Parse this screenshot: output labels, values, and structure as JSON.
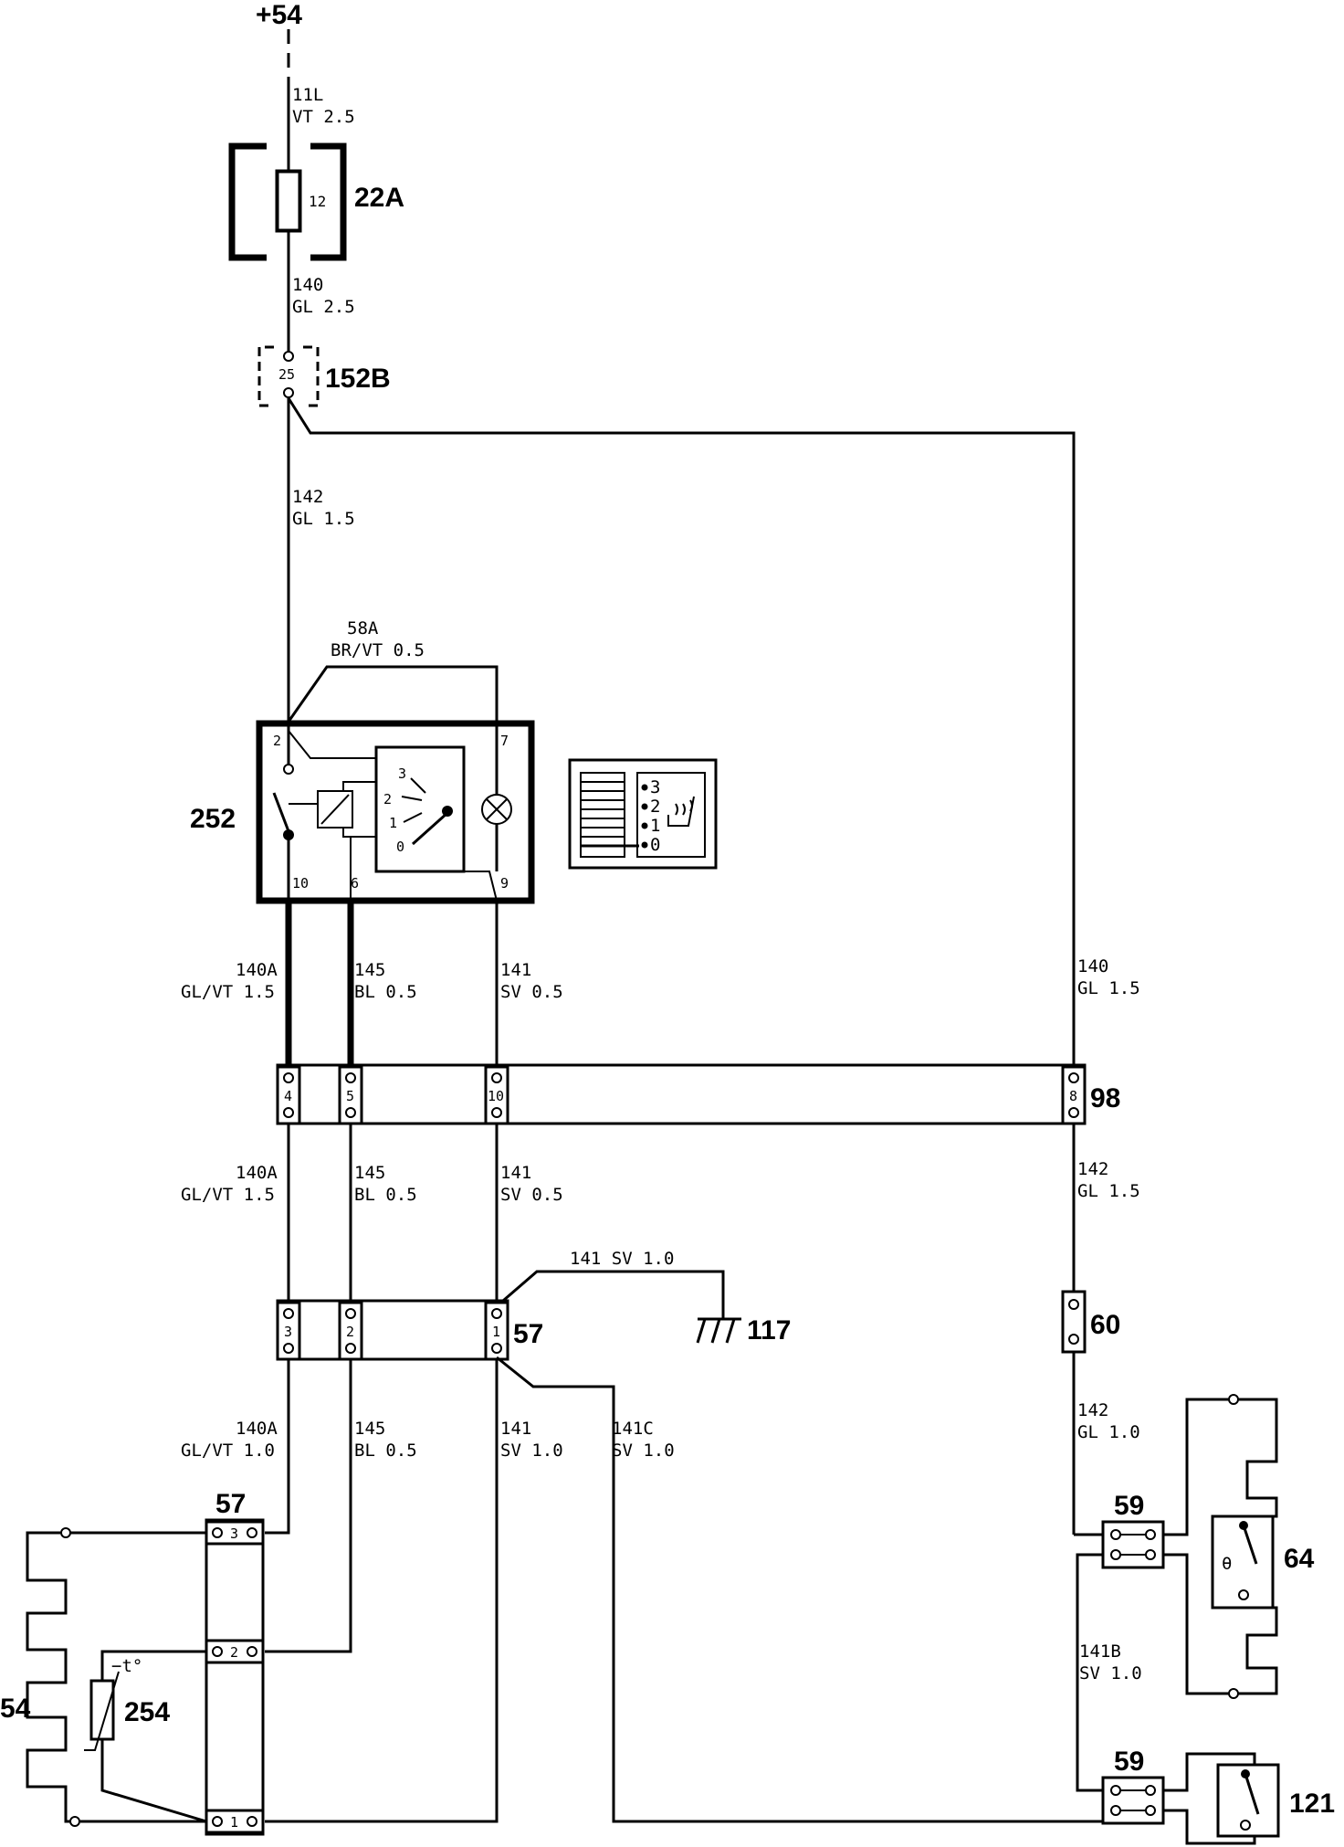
{
  "supply": {
    "label": "+54"
  },
  "components": {
    "fuse_box": {
      "id": "22A",
      "fuse": "12"
    },
    "connector_152b": {
      "id": "152B",
      "pin": "25"
    },
    "switch": {
      "id": "252",
      "pins": [
        "2",
        "7",
        "10",
        "6",
        "9"
      ],
      "positions": [
        "3",
        "2",
        "1",
        "0"
      ]
    },
    "switch_legend": {
      "positions": [
        "3",
        "2",
        "1",
        "0"
      ]
    },
    "connector_98": {
      "id": "98",
      "pins": [
        "4",
        "5",
        "10",
        "8"
      ]
    },
    "connector_57_upper": {
      "id": "57",
      "pins": [
        "3",
        "2",
        "1"
      ]
    },
    "ground": {
      "id": "117"
    },
    "connector_60": {
      "id": "60"
    },
    "connector_57_lower": {
      "id": "57",
      "pins": [
        "3",
        "2",
        "1"
      ]
    },
    "heater_left": {
      "id": "54"
    },
    "sensor": {
      "id": "254",
      "symbol": "−t°"
    },
    "connector_59_upper": {
      "id": "59"
    },
    "connector_59_lower": {
      "id": "59"
    },
    "thermostat": {
      "id": "64",
      "symbol": "θ"
    },
    "switch_121": {
      "id": "121"
    }
  },
  "wires": {
    "w11l": {
      "code": "11L",
      "spec": "VT 2.5"
    },
    "w140_top": {
      "code": "140",
      "spec": "GL 2.5"
    },
    "w142_top": {
      "code": "142",
      "spec": "GL 1.5"
    },
    "w58a": {
      "code": "58A",
      "spec": "BR/VT 0.5"
    },
    "w140a_1": {
      "code": "140A",
      "spec": "GL/VT 1.5"
    },
    "w145_1": {
      "code": "145",
      "spec": "BL 0.5"
    },
    "w141_1": {
      "code": "141",
      "spec": "SV 0.5"
    },
    "w140_right": {
      "code": "140",
      "spec": "GL 1.5"
    },
    "w140a_2": {
      "code": "140A",
      "spec": "GL/VT 1.5"
    },
    "w145_2": {
      "code": "145",
      "spec": "BL 0.5"
    },
    "w141_2": {
      "code": "141",
      "spec": "SV 0.5"
    },
    "w142_right": {
      "code": "142",
      "spec": "GL 1.5"
    },
    "w141_ground": {
      "label": "141 SV 1.0"
    },
    "w140a_3": {
      "code": "140A",
      "spec": "GL/VT 1.0"
    },
    "w145_3": {
      "code": "145",
      "spec": "BL 0.5"
    },
    "w141_3": {
      "code": "141",
      "spec": "SV 1.0"
    },
    "w141c": {
      "code": "141C",
      "spec": "SV 1.0"
    },
    "w142_lower": {
      "code": "142",
      "spec": "GL 1.0"
    },
    "w141b": {
      "code": "141B",
      "spec": "SV 1.0"
    }
  }
}
